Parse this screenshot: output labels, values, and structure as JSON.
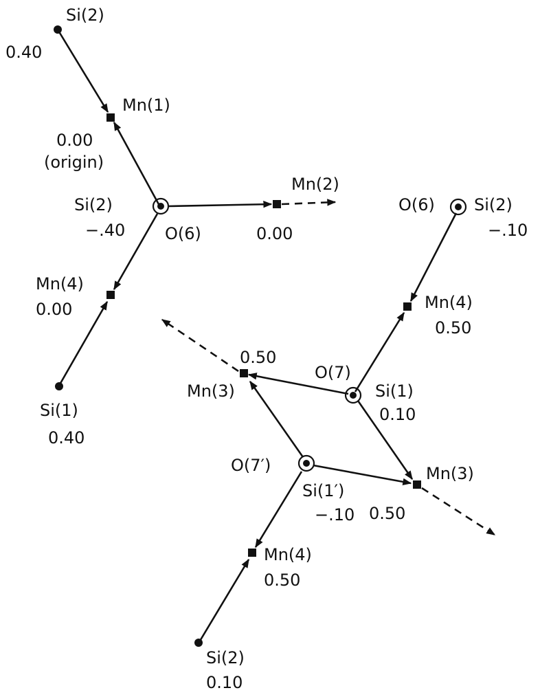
{
  "labels": {
    "si2_top": "Si(2)",
    "val_si2_top": "0.40",
    "mn1": "Mn(1)",
    "val_mn1": "0.00",
    "origin_note": "(origin)",
    "si2_center": "Si(2)",
    "val_si2_center": "−.40",
    "o6_center": "O(6)",
    "mn2": "Mn(2)",
    "val_mn2": "0.00",
    "mn4_left": "Mn(4)",
    "val_mn4_left": "0.00",
    "si1_left": "Si(1)",
    "val_si1_left": "0.40",
    "o6_right": "O(6)",
    "si2_right": "Si(2)",
    "val_si2_right": "−.10",
    "mn4_upper_right": "Mn(4)",
    "val_mn4_upper_right": "0.50",
    "val_mn3_upper": "0.50",
    "mn3_upper": "Mn(3)",
    "o7": "O(7)",
    "si1_right": "Si(1)",
    "val_si1_right": "0.10",
    "o7_prime": "O(7′)",
    "si1_prime": "Si(1′)",
    "val_si1_prime": "−.10",
    "mn3_lower": "Mn(3)",
    "val_mn3_lower": "0.50",
    "mn4_lower": "Mn(4)",
    "val_mn4_lower": "0.50",
    "si2_bottom": "Si(2)",
    "val_si2_bottom": "0.10"
  }
}
